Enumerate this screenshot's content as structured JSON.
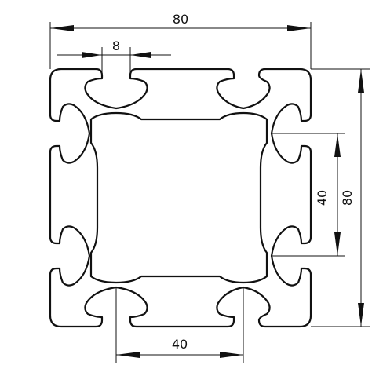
{
  "drawing": {
    "dimensions": {
      "overall_width": "80",
      "overall_height": "80",
      "slot_width": "8",
      "slot_pitch_horizontal": "40",
      "slot_pitch_vertical": "40"
    }
  }
}
